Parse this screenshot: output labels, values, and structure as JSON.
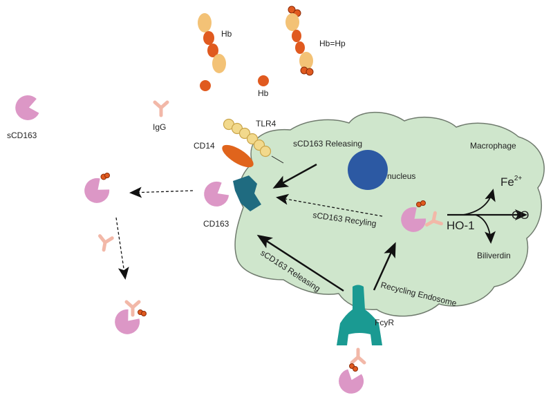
{
  "labels": {
    "hb": "Hb",
    "hb_hp": "Hb=Hp",
    "hb_free": "Hb",
    "scd163_left": "sCD163",
    "igg": "IgG",
    "tlr4": "TLR4",
    "cd14": "CD14",
    "cd163": "CD163",
    "scd163_releasing_top": "sCD163 Releasing",
    "nucleus": "nucleus",
    "macrophage": "Macrophage",
    "scd163_recycling": "sCD163 Recyling",
    "fe": "Fe",
    "fe_charge": "2+",
    "co": "CO",
    "ho1": "HO-1",
    "biliverdin": "Biliverdin",
    "scd163_releasing_bottom": "sCD163 Releasing",
    "recycling_endosome": "Recycling Endosome",
    "fcyr": "FcyR"
  },
  "colors": {
    "cell": "#cfe6cc",
    "cell_border": "#6f7a6d",
    "nucleus": "#2c59a3",
    "cd163_receptor": "#1f6b80",
    "fcyr_receptor": "#1a9a92",
    "scd163": "#dc97c6",
    "heme": "#e05a1f",
    "hb_globin": "#f3c276",
    "tlr4_bead": "#f2d98c",
    "cd14": "#e0641c",
    "igg": "#f2b8a8",
    "arrow": "#111111"
  }
}
